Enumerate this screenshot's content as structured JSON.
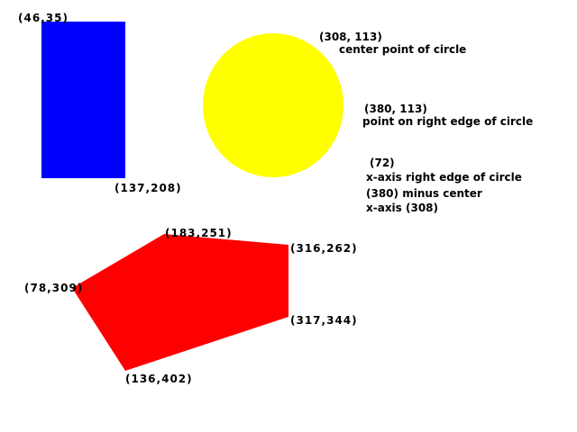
{
  "colors": {
    "rectangle": "#0000ff",
    "circle": "#ffff00",
    "polygon": "#ff0000",
    "background": "#ffffff",
    "text": "#000000"
  },
  "rectangle": {
    "top_left_label": "(46,35)",
    "bottom_right_label": "(137,208)"
  },
  "circle": {
    "center_label": "(308, 113)",
    "center_desc": "center point of circle",
    "edge_label": "(380, 113)",
    "edge_desc": "point on right edge of circle",
    "calc": {
      "radius_value": "(72)",
      "line1": "x-axis right edge of circle",
      "line2": "(380)  minus center",
      "line3": "x-axis  (308)"
    }
  },
  "polygon": {
    "labels": [
      "(183,251)",
      "(316,262)",
      "(78,309)",
      "(317,344)",
      "(136,402)"
    ]
  }
}
